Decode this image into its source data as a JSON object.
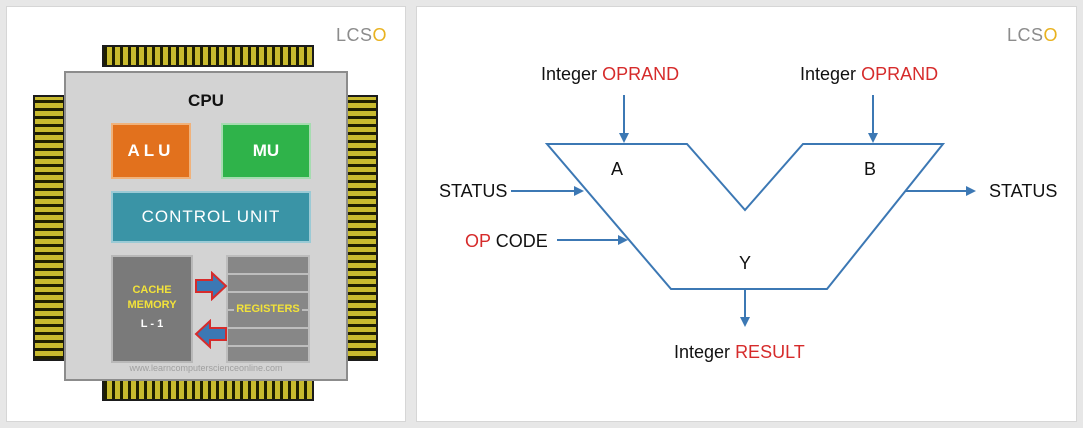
{
  "logo": {
    "prefix": "LCS",
    "suffix": "O"
  },
  "cpu": {
    "title": "CPU",
    "alu_label": "ALU",
    "mu_label": "MU",
    "control_unit_label": "CONTROL UNIT",
    "cache_line1": "CACHE",
    "cache_line2": "MEMORY",
    "cache_line3": "L - 1",
    "registers_label": "REGISTERS",
    "watermark": "www.learncomputerscienceonline.com"
  },
  "alu_diagram": {
    "input_a": {
      "word": "Integer",
      "accent": "OPRAND"
    },
    "input_b": {
      "word": "Integer",
      "accent": "OPRAND"
    },
    "label_a": "A",
    "label_b": "B",
    "label_y": "Y",
    "status_in": "STATUS",
    "status_out": "STATUS",
    "opcode": {
      "accent": "OP",
      "word": "CODE"
    },
    "result": {
      "word": "Integer",
      "accent": "RESULT"
    }
  },
  "colors": {
    "accent_red": "#d62b2b",
    "arrow_blue": "#3c78b4",
    "alu_orange": "#e2711d",
    "mu_green": "#2fb34a",
    "control_teal": "#3a94a6",
    "logo_yellow": "#e9b21f"
  }
}
